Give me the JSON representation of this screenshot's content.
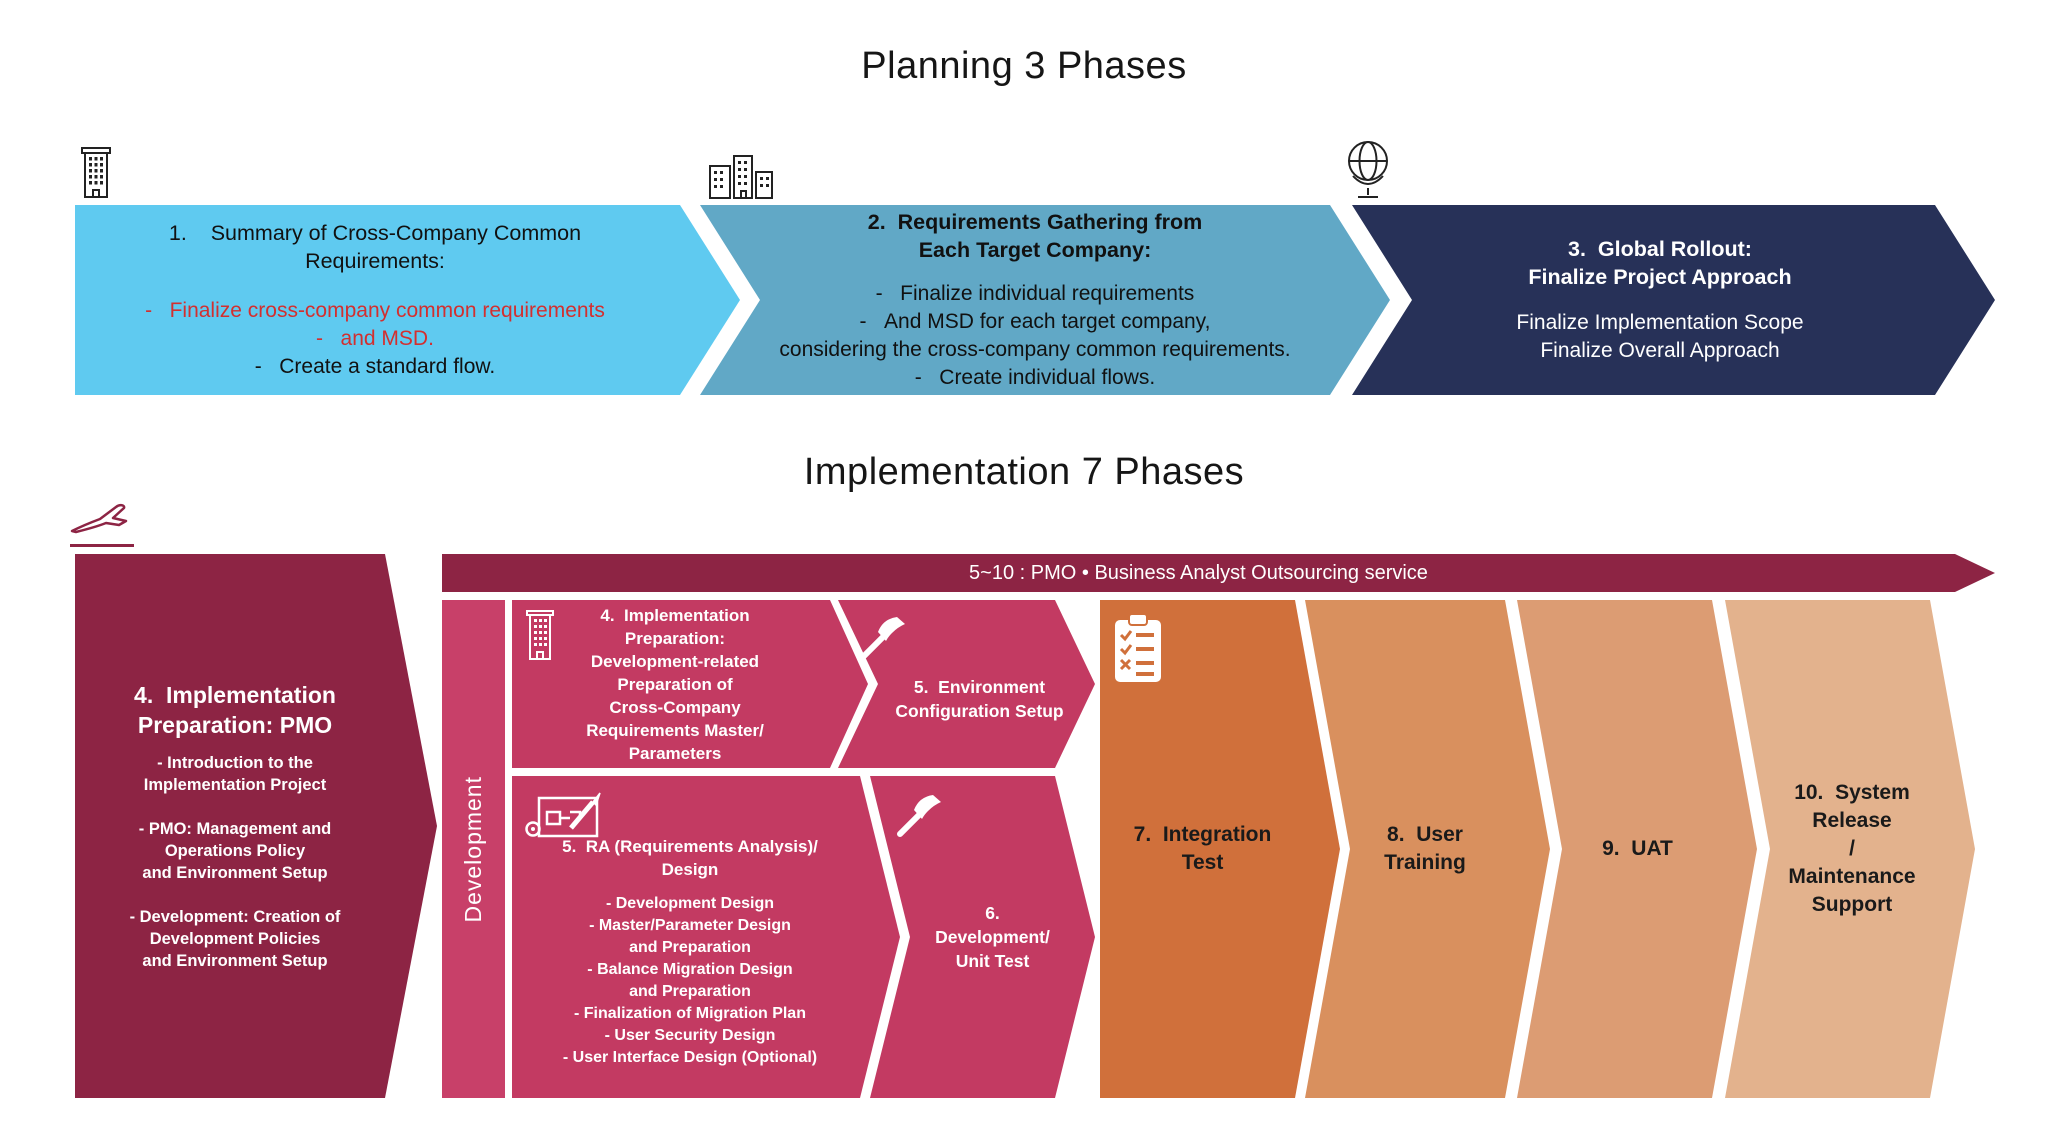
{
  "colors": {
    "phase1_fill": "#5FCAF0",
    "phase2_fill": "#61A8C6",
    "phase3_fill": "#273158",
    "maroon_fill": "#8D2444",
    "pink_fill": "#C33A62",
    "dev_strip_fill": "#C84069",
    "orange7_fill": "#D0703B",
    "orange8_fill": "#D9905E",
    "orange9_fill": "#DC9C73",
    "orange10_fill": "#E3B28D",
    "highlight_red": "#D32F2F",
    "text_dark": "#1a1a1a",
    "text_white": "#ffffff"
  },
  "planning": {
    "title": "Planning 3 Phases",
    "phase1": {
      "icon": "building-icon",
      "heading_lines": [
        "1.    Summary of Cross-Company Common",
        "Requirements:"
      ],
      "highlight_lines": [
        "-   Finalize cross-company common requirements",
        "-   and MSD."
      ],
      "tail_lines": [
        "-   Create a standard flow."
      ]
    },
    "phase2": {
      "icon": "buildings-icon",
      "heading_lines": [
        "2.  Requirements Gathering from",
        "Each Target Company:"
      ],
      "body_lines": [
        "-   Finalize individual requirements",
        "-   And MSD for each target company,",
        "considering the cross-company common requirements.",
        "-   Create individual flows."
      ]
    },
    "phase3": {
      "icon": "globe-icon",
      "heading_lines": [
        "3.  Global Rollout:",
        "Finalize Project Approach"
      ],
      "body_lines": [
        "Finalize Implementation Scope",
        "Finalize Overall Approach"
      ]
    }
  },
  "implementation": {
    "title": "Implementation 7 Phases",
    "banner_label": "5~10 : PMO • Business Analyst Outsourcing service",
    "development_label": "Development",
    "pmo": {
      "icon": "airplane-icon",
      "heading_lines": [
        "4.  Implementation",
        "Preparation: PMO"
      ],
      "body_lines": [
        "- Introduction to the",
        "Implementation Project",
        "",
        "- PMO: Management and",
        "Operations Policy",
        "and Environment Setup",
        "",
        "- Development: Creation of",
        "Development Policies",
        "and Environment Setup"
      ]
    },
    "dev_prep": {
      "icon": "building-icon",
      "lines": [
        "4.  Implementation",
        "Preparation:",
        "Development-related",
        "Preparation of",
        "Cross-Company",
        "Requirements Master/",
        "Parameters"
      ]
    },
    "env_setup": {
      "icon": "hammer-icon",
      "lines": [
        "5.  Environment",
        "Configuration Setup"
      ]
    },
    "ra": {
      "icon": "blueprint-icon",
      "heading_lines": [
        "5.  RA (Requirements Analysis)/",
        "Design"
      ],
      "body_lines": [
        "- Development Design",
        "- Master/Parameter Design",
        "and Preparation",
        "- Balance Migration Design",
        "and Preparation",
        "- Finalization of Migration Plan",
        "- User Security Design",
        "- User Interface Design (Optional)"
      ]
    },
    "unit_test": {
      "icon": "hammer-icon",
      "lines": [
        "6.",
        "Development/",
        "Unit Test"
      ]
    },
    "integration": {
      "icon": "checklist-icon",
      "lines": [
        "7.  Integration",
        "Test"
      ]
    },
    "training": {
      "lines": [
        "8.  User",
        "Training"
      ]
    },
    "uat": {
      "lines": [
        "9.  UAT"
      ]
    },
    "release": {
      "lines": [
        "10.  System",
        "Release",
        "/",
        "Maintenance",
        "Support"
      ]
    }
  }
}
